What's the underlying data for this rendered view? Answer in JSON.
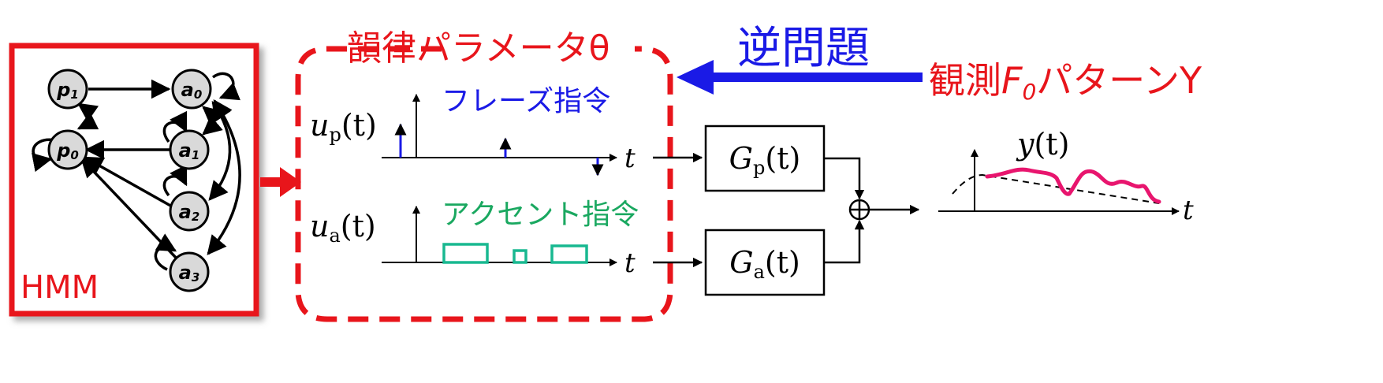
{
  "colors": {
    "red": "#e8151b",
    "blue": "#1a1ae6",
    "green": "#1aa860",
    "teal": "#18b890",
    "pink": "#e8156e",
    "black": "#000000",
    "node_fill": "#d9d9d9"
  },
  "hmm": {
    "label": "HMM",
    "nodes": {
      "p1": {
        "base": "p",
        "sub": "1"
      },
      "p0": {
        "base": "p",
        "sub": "0"
      },
      "a0": {
        "base": "a",
        "sub": "0"
      },
      "a1": {
        "base": "a",
        "sub": "1"
      },
      "a2": {
        "base": "a",
        "sub": "2"
      },
      "a3": {
        "base": "a",
        "sub": "3"
      }
    }
  },
  "params_box": {
    "title": "韻律パラメータθ"
  },
  "inverse_problem": {
    "label": "逆問題"
  },
  "observed": {
    "prefix": "観測",
    "f_base": "F",
    "f_sub": "0",
    "suffix": "パターンY"
  },
  "phrase": {
    "label": "フレーズ指令",
    "u_base": "u",
    "u_sub": "p",
    "arg": "(t)",
    "axis_label": "t"
  },
  "accent": {
    "label": "アクセント指令",
    "u_base": "u",
    "u_sub": "a",
    "arg": "(t)",
    "axis_label": "t"
  },
  "filters": {
    "gp": {
      "base": "G",
      "sub": "p",
      "arg": "(t)"
    },
    "ga": {
      "base": "G",
      "sub": "a",
      "arg": "(t)"
    }
  },
  "output": {
    "y_base": "y",
    "arg": "(t)",
    "axis_label": "t"
  }
}
